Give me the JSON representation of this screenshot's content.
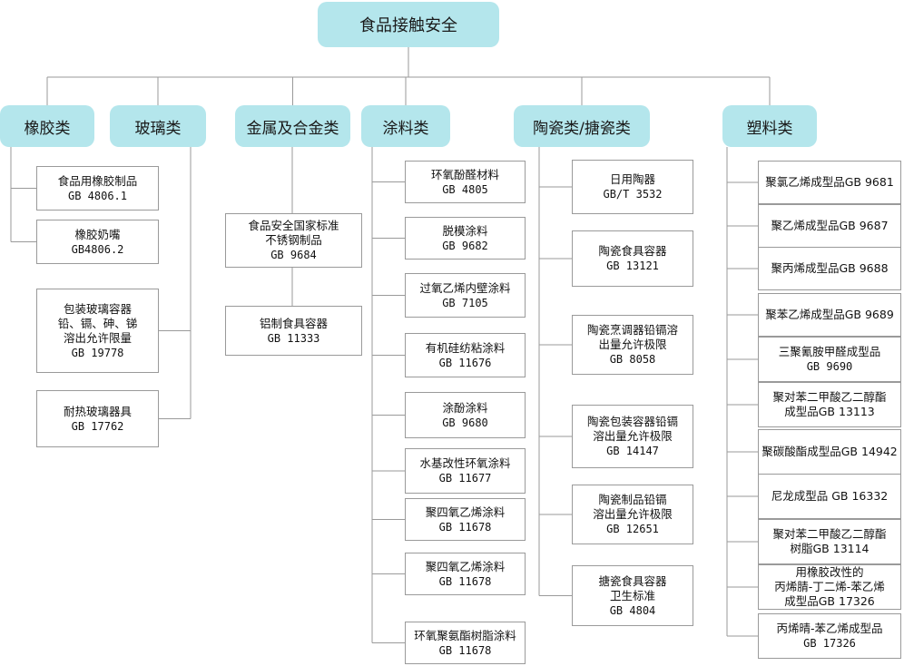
{
  "colors": {
    "category_fill": "#b4e6ec",
    "line": "#9a9a9a",
    "box_border": "#9a9a9a"
  },
  "root": "食品接触安全",
  "categories": [
    {
      "name": "橡胶类",
      "items": [
        {
          "lines": [
            "食品用橡胶制品",
            "GB 4806.1"
          ]
        },
        {
          "lines": [
            "橡胶奶嘴",
            "GB4806.2"
          ]
        }
      ]
    },
    {
      "name": "玻璃类",
      "items": [
        {
          "lines": [
            "包装玻璃容器",
            "铅、镉、砷、锑",
            "溶出允许限量",
            "GB 19778"
          ]
        },
        {
          "lines": [
            "耐热玻璃器具",
            "GB 17762"
          ]
        }
      ]
    },
    {
      "name": "金属及合金类",
      "items": [
        {
          "lines": [
            "食品安全国家标准",
            "不锈钢制品",
            "GB 9684"
          ]
        },
        {
          "lines": [
            "铝制食具容器",
            "GB 11333"
          ]
        }
      ]
    },
    {
      "name": "涂料类",
      "items": [
        {
          "lines": [
            "环氧酚醛材料",
            "GB 4805"
          ]
        },
        {
          "lines": [
            "脱模涂料",
            "GB 9682"
          ]
        },
        {
          "lines": [
            "过氧乙烯内壁涂料",
            "GB 7105"
          ]
        },
        {
          "lines": [
            "有机硅纺粘涂料",
            "GB 11676"
          ]
        },
        {
          "lines": [
            "涂酚涂料",
            "GB 9680"
          ]
        },
        {
          "lines": [
            "水基改性环氧涂料",
            "GB 11677"
          ]
        },
        {
          "lines": [
            "聚四氧乙烯涂料",
            "GB 11678"
          ]
        },
        {
          "lines": [
            "聚四氧乙烯涂料",
            "GB 11678"
          ]
        },
        {
          "lines": [
            "环氧聚氨酯树脂涂料",
            "GB 11678"
          ]
        }
      ]
    },
    {
      "name": "陶瓷类/搪瓷类",
      "items": [
        {
          "lines": [
            "日用陶器",
            "GB/T 3532"
          ]
        },
        {
          "lines": [
            "陶瓷食具容器",
            "GB 13121"
          ]
        },
        {
          "lines": [
            "陶瓷烹调器铅镉溶",
            "出量允许极限",
            "GB 8058"
          ]
        },
        {
          "lines": [
            "陶瓷包装容器铅镉",
            "溶出量允许极限",
            "GB 14147"
          ]
        },
        {
          "lines": [
            "陶瓷制品铅镉",
            "溶出量允许极限",
            "GB 12651"
          ]
        },
        {
          "lines": [
            "搪瓷食具容器",
            "卫生标准",
            "GB 4804"
          ]
        }
      ]
    },
    {
      "name": "塑料类",
      "items": [
        {
          "lines": [
            "聚氯乙烯成型品GB 9681"
          ]
        },
        {
          "lines": [
            "聚乙烯成型品GB 9687"
          ]
        },
        {
          "lines": [
            "聚丙烯成型品GB 9688"
          ]
        },
        {
          "lines": [
            "聚苯乙烯成型品GB 9689"
          ]
        },
        {
          "lines": [
            "三聚氰胺甲醛成型品",
            "GB 9690"
          ]
        },
        {
          "lines": [
            "聚对苯二甲酸乙二醇酯",
            "成型品GB 13113"
          ]
        },
        {
          "lines": [
            "聚碳酸酯成型品GB 14942"
          ]
        },
        {
          "lines": [
            "尼龙成型品 GB 16332"
          ]
        },
        {
          "lines": [
            "聚对苯二甲酸乙二醇酯",
            "树脂GB 13114"
          ]
        },
        {
          "lines": [
            "用橡胶改性的",
            "丙烯腈-丁二烯-苯乙烯",
            "成型品GB 17326"
          ]
        },
        {
          "lines": [
            "丙烯晴-苯乙烯成型品",
            "GB 17326"
          ]
        }
      ]
    }
  ]
}
